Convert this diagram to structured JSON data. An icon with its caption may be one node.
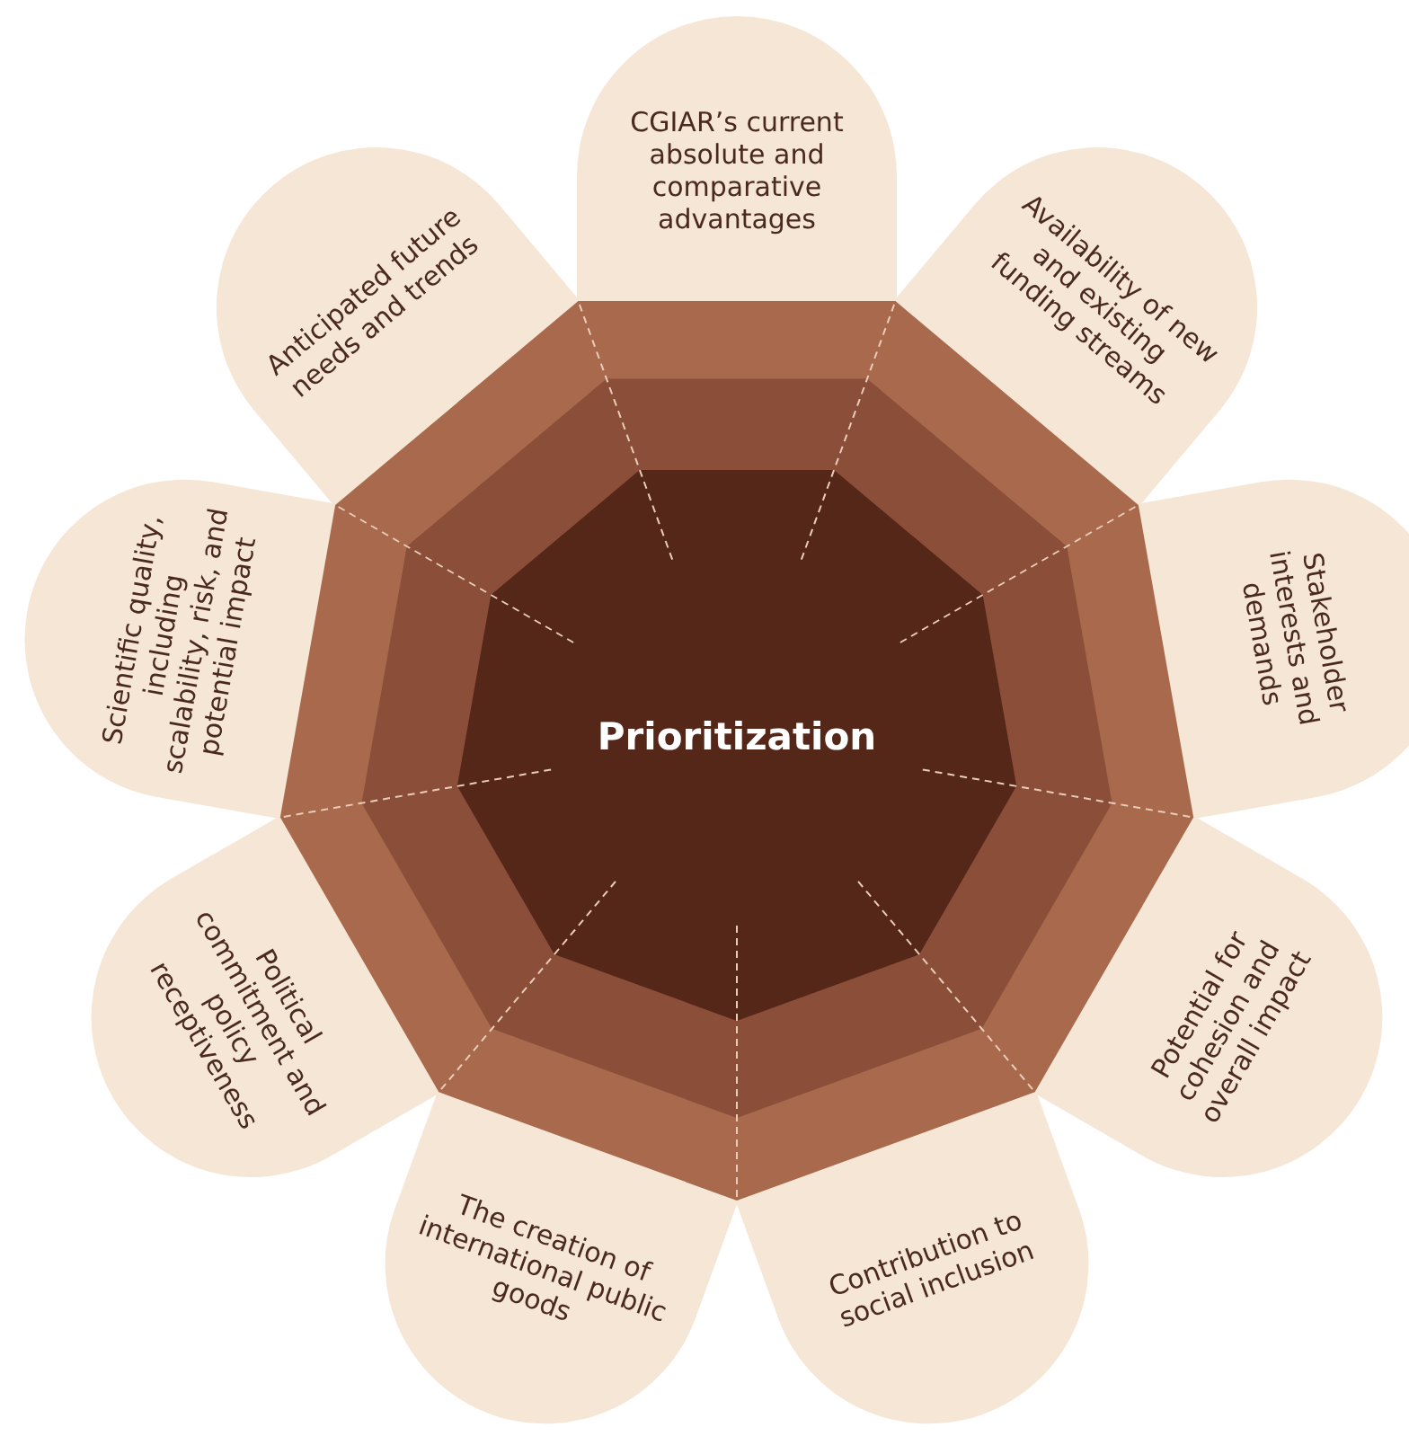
{
  "diagram": {
    "nodes": [
      {
        "text": [
          "Prioritization"
        ]
      },
      {
        "text": [
          "CGIAR’s current absolute and comparative advantages"
        ]
      },
      {
        "text": [
          "Availability of new and existing funding streams"
        ]
      },
      {
        "text": [
          "Stakeholder interests and demands"
        ]
      },
      {
        "text": [
          "Potential for cohesion and overall impact"
        ]
      },
      {
        "text": [
          "Contribution to social inclusion"
        ]
      },
      {
        "text": [
          "The creation of international public goods"
        ]
      },
      {
        "text": [
          "Political commitment and policy receptiveness"
        ]
      },
      {
        "text": [
          "Scientific quality, including scalability, risk, and potential impact"
        ]
      },
      {
        "text": [
          "Anticipated future needs and trends"
        ]
      }
    ]
  }
}
